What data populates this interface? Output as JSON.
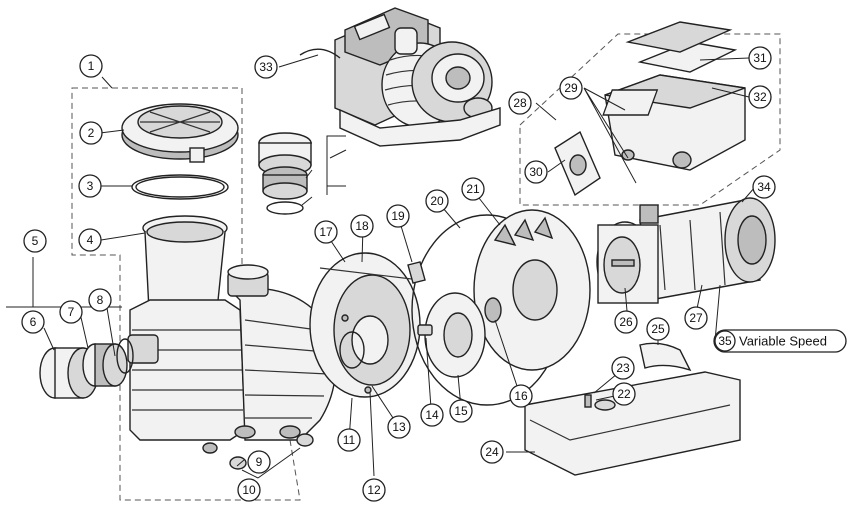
{
  "callouts": [
    "1",
    "2",
    "3",
    "4",
    "5",
    "6",
    "7",
    "8",
    "9",
    "10",
    "11",
    "12",
    "13",
    "14",
    "15",
    "16",
    "17",
    "18",
    "19",
    "20",
    "21",
    "22",
    "23",
    "24",
    "25",
    "26",
    "27",
    "28",
    "29",
    "30",
    "31",
    "32",
    "33",
    "34"
  ],
  "variable_speed": {
    "number": "35",
    "label": "Variable Speed"
  }
}
